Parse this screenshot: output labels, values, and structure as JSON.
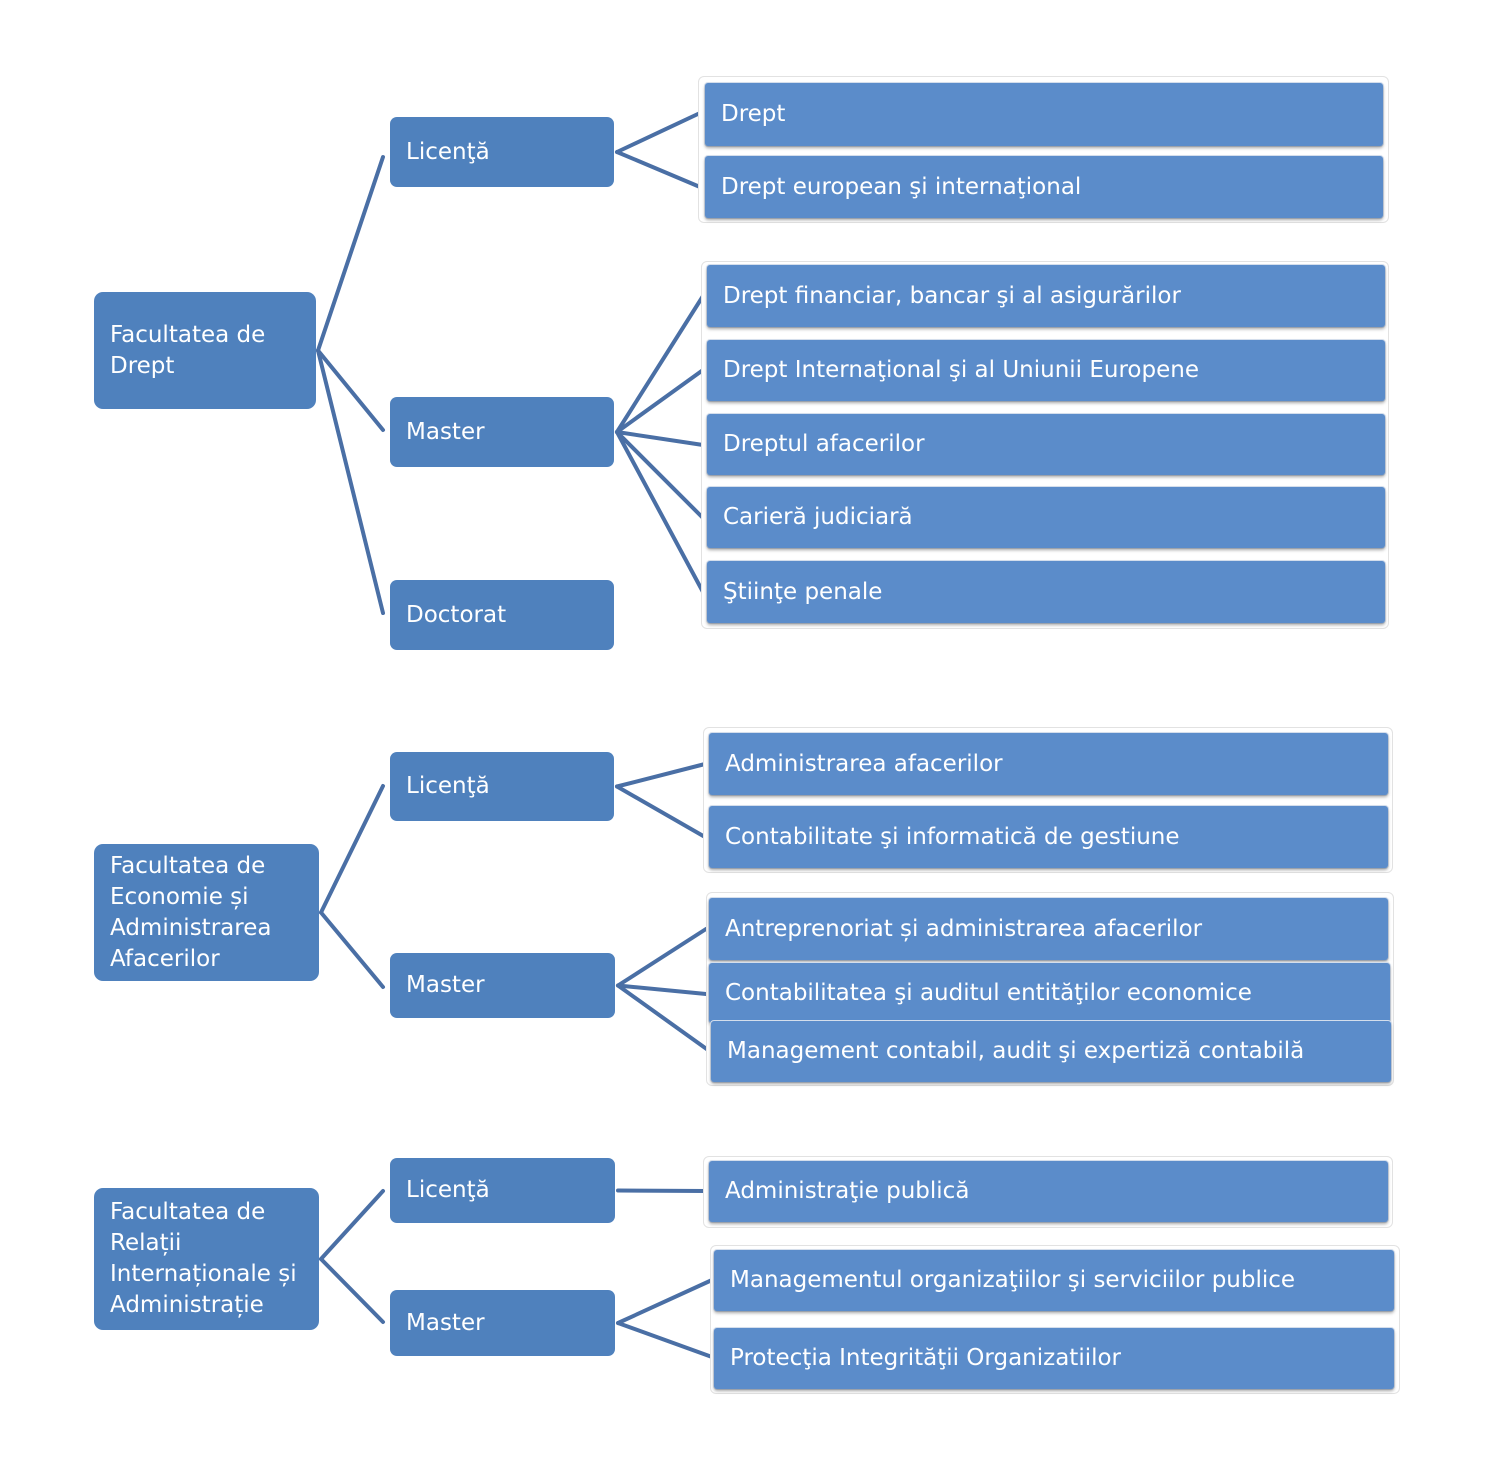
{
  "faculties": [
    {
      "name": "Facultatea de Drept",
      "levels": [
        {
          "name": "Licenţă",
          "programs": [
            "Drept",
            "Drept european şi internaţional"
          ]
        },
        {
          "name": "Master",
          "programs": [
            "Drept financiar, bancar şi al asigurărilor",
            "Drept Internaţional şi al Uniunii Europene",
            "Dreptul afacerilor",
            "Carieră judiciară",
            "Ştiinţe penale"
          ]
        },
        {
          "name": "Doctorat",
          "programs": []
        }
      ]
    },
    {
      "name": "Facultatea de Economie și Administrarea Afacerilor",
      "levels": [
        {
          "name": "Licenţă",
          "programs": [
            "Administrarea afacerilor",
            "Contabilitate şi informatică de gestiune"
          ]
        },
        {
          "name": "Master",
          "programs": [
            "Antreprenoriat și administrarea afacerilor",
            "Contabilitatea şi auditul entităţilor economice",
            "Management contabil, audit şi expertiză contabilă"
          ]
        }
      ]
    },
    {
      "name": "Facultatea de Relații Internaționale și Administrație",
      "levels": [
        {
          "name": "Licenţă",
          "programs": [
            "Administraţie publică"
          ]
        },
        {
          "name": "Master",
          "programs": [
            "Managementul organizaţiilor şi serviciilor publice",
            "Protecţia Integrităţii Organizatiilor"
          ]
        }
      ]
    }
  ],
  "colors": {
    "node_fill": "#4f81bd",
    "leaf_fill": "#5b8cca",
    "connector": "#4a6fa5",
    "text": "#ffffff"
  }
}
